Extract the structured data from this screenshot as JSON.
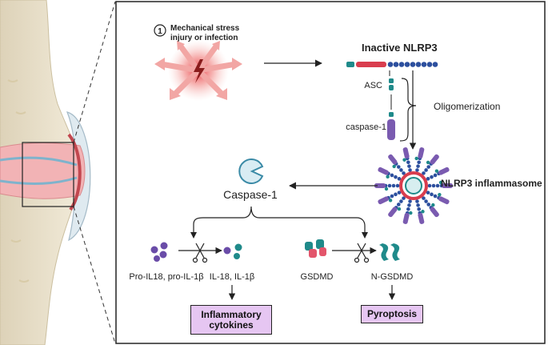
{
  "step": {
    "number": "1",
    "line1": "Mechanical stress",
    "line2": "injury or infection"
  },
  "inactive_title": "Inactive NLRP3",
  "asc_label": "ASC",
  "caspase1_small_label": "caspase-1",
  "oligomerization_label": "Oligomerization",
  "inflammasome_label": "NLRP3 inflammasome",
  "caspase1_label": "Caspase-1",
  "pro_label": "Pro-IL18, pro-IL-1β",
  "il_label": "IL-18, IL-1β",
  "gsdmd_label": "GSDMD",
  "ngsdmd_label": "N-GSDMD",
  "cytokines_line1": "Inflammatory",
  "cytokines_line2": "cytokines",
  "pyroptosis_label": "Pyroptosis",
  "colors": {
    "box_fill": "#e6c6f2",
    "teal": "#1f8a8a",
    "purple": "#6a4ca8",
    "red": "#e0443a",
    "blue": "#2c4f9e",
    "bone": "#eae2cf",
    "tissue": "#f2b3b5"
  }
}
